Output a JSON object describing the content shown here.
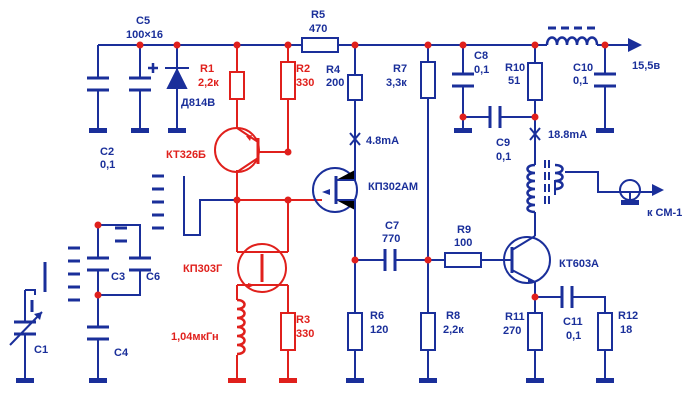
{
  "colors": {
    "blue": "#1a2f9a",
    "red": "#e0201c",
    "node": "#e0201c"
  },
  "labels": {
    "c5": "C5",
    "c5_val": "100×16",
    "r5": "R5",
    "r5_val": "470",
    "r1": "R1",
    "r1_val": "2,2к",
    "r2": "R2",
    "r2_val": "330",
    "r4": "R4",
    "r4_val": "200",
    "r7": "R7",
    "r7_val": "3,3к",
    "c8": "C8",
    "c8_val": "0,1",
    "r10": "R10",
    "r10_val": "51",
    "c10": "C10",
    "c10_val": "0,1",
    "vout": "15,5в",
    "d814": "Д814В",
    "c2": "C2",
    "c2_val": "0,1",
    "kt326": "КТ326Б",
    "i1": "4.8mA",
    "kp302": "КП302АМ",
    "c9": "C9",
    "c9_val": "0,1",
    "i2": "18.8mA",
    "kcm": "к СМ-1",
    "c7": "C7",
    "c7_val": "770",
    "r9": "R9",
    "r9_val": "100",
    "c3": "C3",
    "c6": "C6",
    "kp303": "КП303Г",
    "kt603": "КТ603А",
    "ind": "1,04мкГн",
    "r3": "R3",
    "r3_val": "330",
    "r6": "R6",
    "r6_val": "120",
    "r8": "R8",
    "r8_val": "2,2к",
    "r11": "R11",
    "r11_val": "270",
    "c11": "C11",
    "c11_val": "0,1",
    "r12": "R12",
    "r12_val": "18",
    "c1": "C1",
    "c4": "C4"
  }
}
